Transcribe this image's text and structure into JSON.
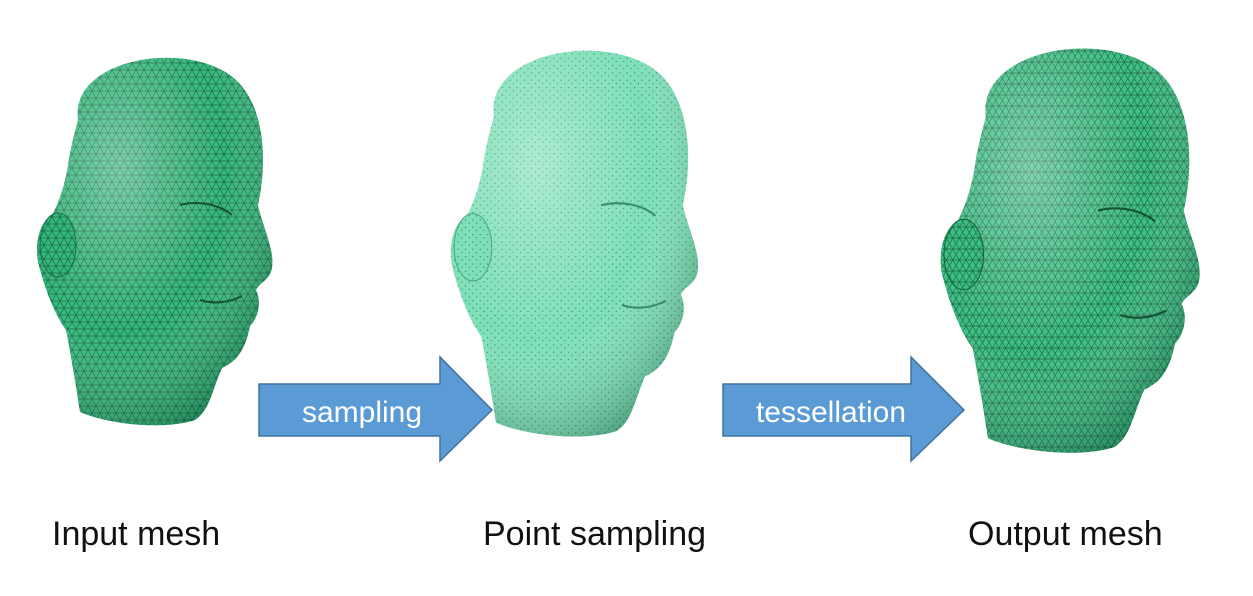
{
  "arrows": [
    {
      "label": "sampling"
    },
    {
      "label": "tessellation"
    }
  ],
  "captions": {
    "input": "Input mesh",
    "point": "Point sampling",
    "output": "Output mesh"
  },
  "colors": {
    "mesh_fill": "#34b97c",
    "mesh_line": "#1d6b47",
    "point_fill": "#7ee0b8",
    "point_dot": "#2d7d5c",
    "arrow_fill": "#5b9bd5",
    "arrow_stroke": "#41719c",
    "arrow_text": "#ffffff"
  },
  "icons": [
    "input-mesh-head-icon",
    "point-sampling-head-icon",
    "output-mesh-head-icon"
  ]
}
